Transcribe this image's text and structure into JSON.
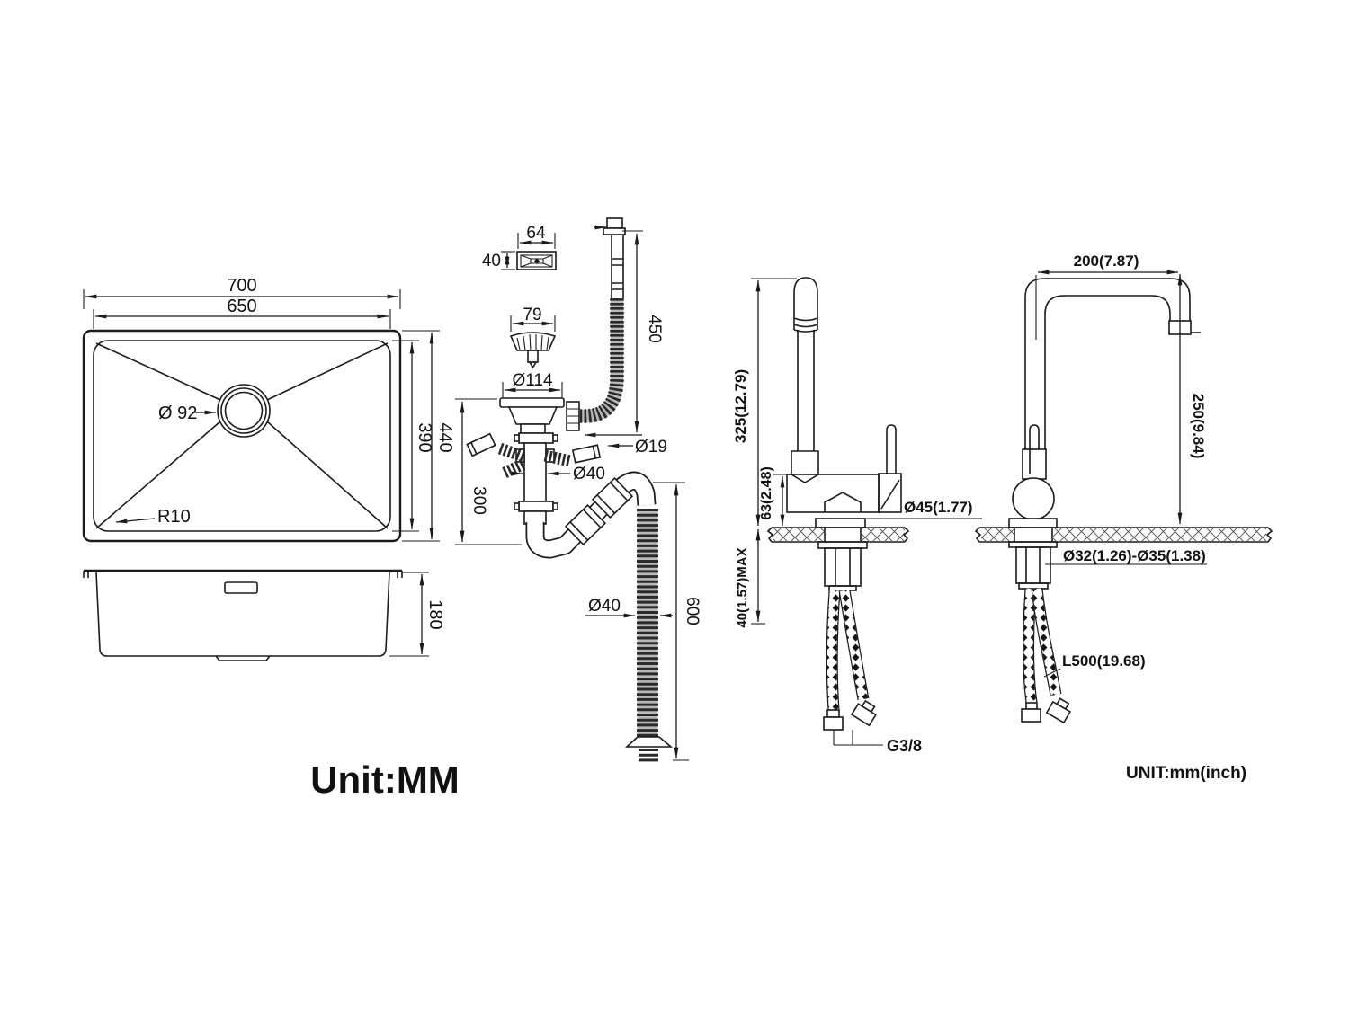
{
  "unit_labels": {
    "metric": "Unit:MM",
    "imperial": "UNIT:mm(inch)"
  },
  "sink_top_view": {
    "outer_width": "700",
    "inner_width": "650",
    "inner_length": "390",
    "outer_length": "440",
    "drain_diameter": "Ø 92",
    "corner_radius": "R10"
  },
  "sink_side_view": {
    "depth": "180"
  },
  "drain_kit": {
    "overflow_cover_width": "64",
    "overflow_cover_height": "40",
    "strainer_diameter": "79",
    "flange_diameter": "Ø114",
    "overflow_hose_length": "450",
    "inlet_hose_diameter": "Ø19",
    "tailpipe_diameter": "Ø40",
    "tailpipe_length": "300",
    "waste_hose_diameter": "Ø40",
    "waste_hose_length": "600"
  },
  "faucet_side_view": {
    "total_height": "325(12.79)",
    "body_height": "63(2.48)",
    "max_counter_thickness": "40(1.57)MAX",
    "base_diameter": "Ø45(1.77)",
    "thread_size": "G3/8"
  },
  "faucet_front_view": {
    "spout_reach": "200(7.87)",
    "spout_height": "250(9.84)",
    "hole_diameter": "Ø32(1.26)-Ø35(1.38)",
    "hose_length": "L500(19.68)"
  }
}
